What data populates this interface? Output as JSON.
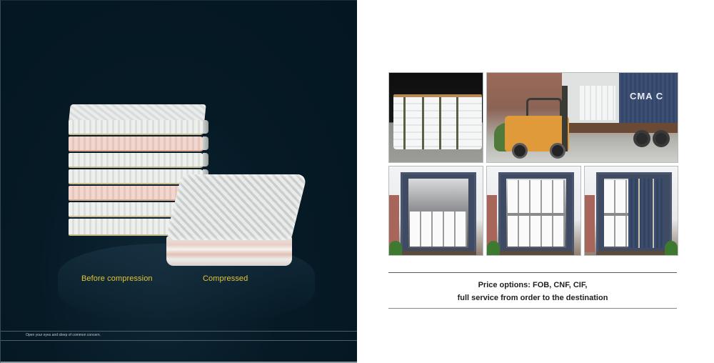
{
  "left_panel": {
    "background_color": "#031621",
    "images": {
      "stack": "stacked-uncompressed-mattresses",
      "pack": "vacuum-compressed-mattress-pack"
    },
    "captions": {
      "before": "Before compression",
      "after": "Compressed"
    },
    "caption_color": "#e6c532",
    "tagline": "Open your eyes and sleep of common concern."
  },
  "right_panel": {
    "background_color": "#ffffff",
    "photos": [
      {
        "label": "baled-mattress-pallet"
      },
      {
        "label": "forklift-loading-container-truck",
        "container_text": "CMA C"
      },
      {
        "label": "container-loaded-bottom-tier"
      },
      {
        "label": "container-loaded-two-tiers"
      },
      {
        "label": "container-half-door-closed"
      }
    ],
    "price": {
      "line1": "Price options: FOB, CNF, CIF,",
      "line2": "full service from order to the destination"
    }
  }
}
